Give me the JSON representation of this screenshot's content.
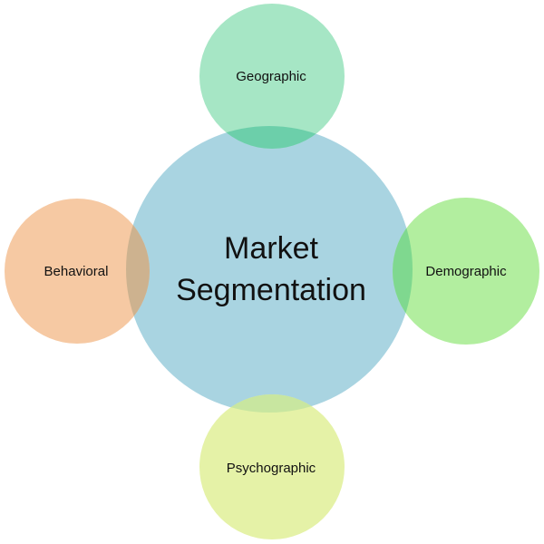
{
  "center": {
    "line1": "Market",
    "line2": "Segmentation",
    "color": "#a9d4e1"
  },
  "segments": {
    "geographic": {
      "label": "Geographic",
      "color": "#a6e6c5",
      "overlap_color": "#6ccfaa"
    },
    "demographic": {
      "label": "Demographic",
      "color": "#b2ee9f",
      "overlap_color": "#7fd88f"
    },
    "psychographic": {
      "label": "Psychographic",
      "color": "#e5f2a7",
      "overlap_color": "#c8e6a0"
    },
    "behavioral": {
      "label": "Behavioral",
      "color": "#f6c9a3",
      "overlap_color": "#cdb28f"
    }
  }
}
